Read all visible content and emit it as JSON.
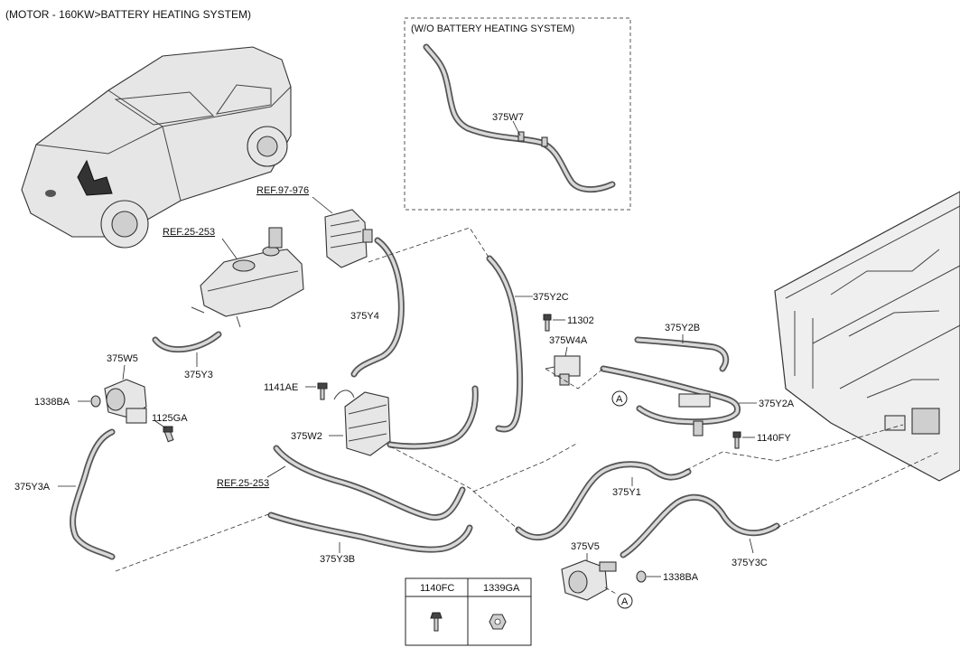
{
  "diagram": {
    "title": "(MOTOR - 160KW>BATTERY HEATING SYSTEM)",
    "inset_title": "(W/O BATTERY HEATING SYSTEM)",
    "labels": {
      "p375W7": "375W7",
      "ref97976": "REF.97-976",
      "ref25253a": "REF.25-253",
      "ref25253b": "REF.25-253",
      "p375Y2C": "375Y2C",
      "p375Y4": "375Y4",
      "p11302": "11302",
      "p375W4A": "375W4A",
      "p375Y2B": "375Y2B",
      "p375W5": "375W5",
      "p375Y3": "375Y3",
      "p1338BA_a": "1338BA",
      "p1125GA": "1125GA",
      "p1141AE": "1141AE",
      "p375Y2A": "375Y2A",
      "p375W2": "375W2",
      "p1140FY": "1140FY",
      "p375Y3A": "375Y3A",
      "p375Y1": "375Y1",
      "p375Y3B": "375Y3B",
      "p375V5": "375V5",
      "p1338BA_b": "1338BA",
      "p375Y3C": "375Y3C",
      "circleA1": "A",
      "circleA2": "A"
    },
    "fastener_table": {
      "headers": [
        "1140FC",
        "1339GA"
      ]
    }
  }
}
